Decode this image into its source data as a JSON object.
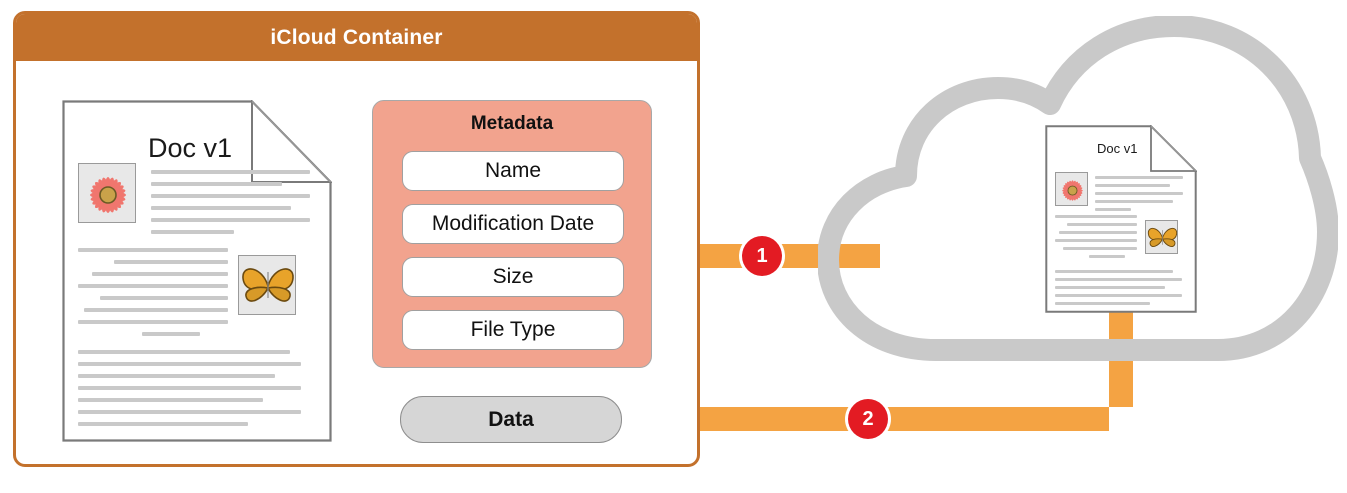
{
  "container": {
    "title": "iCloud Container",
    "header_color": "#c3712c",
    "border_color": "#c3712c"
  },
  "local_document": {
    "title": "Doc v1",
    "images": [
      "flower-thumbnail",
      "butterfly-thumbnail"
    ]
  },
  "cloud_document": {
    "title": "Doc v1",
    "images": [
      "flower-thumbnail",
      "butterfly-thumbnail"
    ]
  },
  "metadata_panel": {
    "title": "Metadata",
    "panel_color": "#f2a38e",
    "fields": [
      {
        "label": "Name"
      },
      {
        "label": "Modification Date"
      },
      {
        "label": "Size"
      },
      {
        "label": "File Type"
      }
    ]
  },
  "data_pill": {
    "label": "Data",
    "fill_color": "#d6d6d6"
  },
  "flow": {
    "arrow_color": "#f4a343",
    "badge_color": "#e31b23",
    "steps": [
      {
        "number": "1",
        "direction": "cloud-to-metadata"
      },
      {
        "number": "2",
        "direction": "cloud-to-document"
      }
    ]
  },
  "cloud": {
    "label": "cloud-shape",
    "stroke_color": "#c9c9c9"
  }
}
